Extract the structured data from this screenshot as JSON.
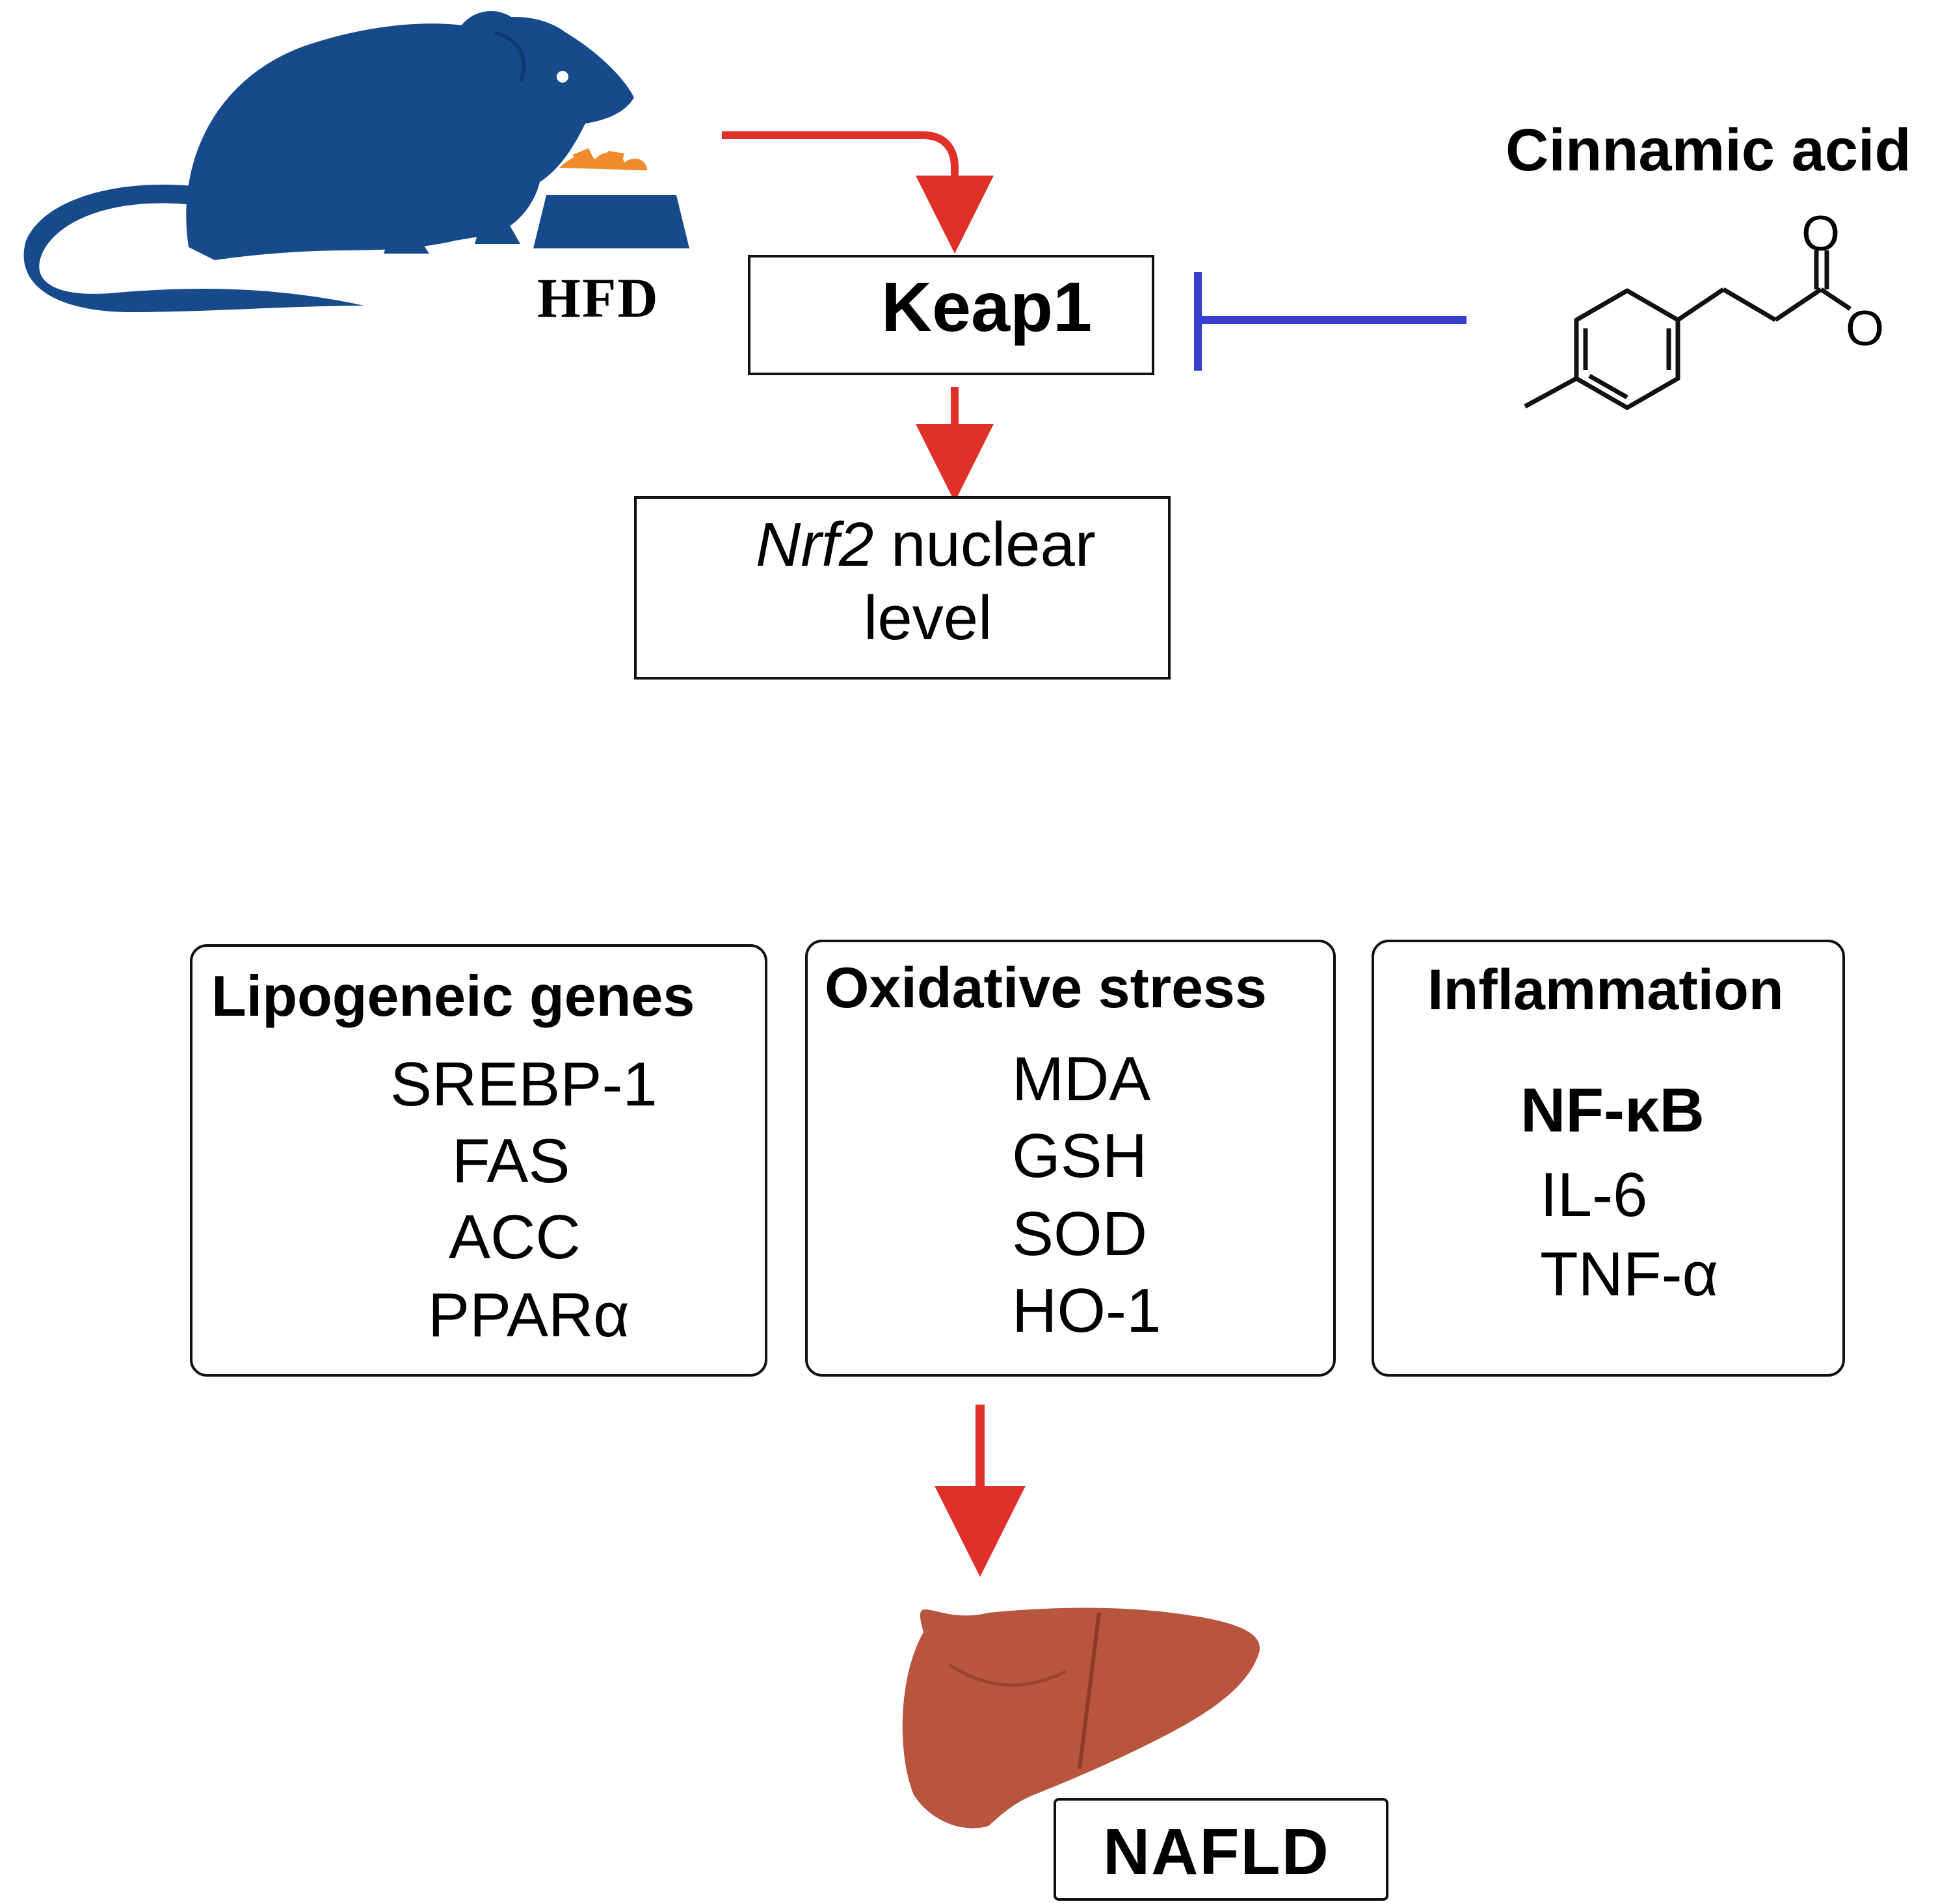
{
  "colors": {
    "rat": "#174a8b",
    "food": "#ef8b2c",
    "arrow_red": "#e0302a",
    "inhibit_blue": "#3a3fd0",
    "liver": "#b8553f"
  },
  "icons": [
    "rat-icon",
    "food-bowl-icon",
    "liver-icon",
    "up-arrow-icon",
    "down-arrow-icon"
  ],
  "hfd_label": "HFD",
  "compound": {
    "name": "Cinnamic acid",
    "atom_o1": "O",
    "atom_o2": "O"
  },
  "keap1": {
    "label": "Keap1",
    "direction": "up"
  },
  "nrf2": {
    "gene": "Nrf2",
    "rest_line1": " nuclear",
    "line2": "level",
    "direction": "down"
  },
  "panels": [
    {
      "title": "Lipogeneic genes",
      "items": [
        {
          "label": "SREBP-1",
          "direction": "up"
        },
        {
          "label": "FAS",
          "direction": "up"
        },
        {
          "label": "ACC",
          "direction": "up"
        },
        {
          "label": "PPARα",
          "direction": "down"
        }
      ]
    },
    {
      "title": "Oxidative stress",
      "items": [
        {
          "label": "MDA",
          "direction": "up"
        },
        {
          "label": "GSH",
          "direction": "down"
        },
        {
          "label": "SOD",
          "direction": "down"
        },
        {
          "label": "HO-1",
          "direction": "down"
        }
      ]
    },
    {
      "title": "Inflammation",
      "items": [
        {
          "label": "NF-κB",
          "direction": "up"
        },
        {
          "label": "IL-6",
          "direction": "up"
        },
        {
          "label": "TNF-α",
          "direction": "up"
        }
      ]
    }
  ],
  "outcome": "NAFLD"
}
